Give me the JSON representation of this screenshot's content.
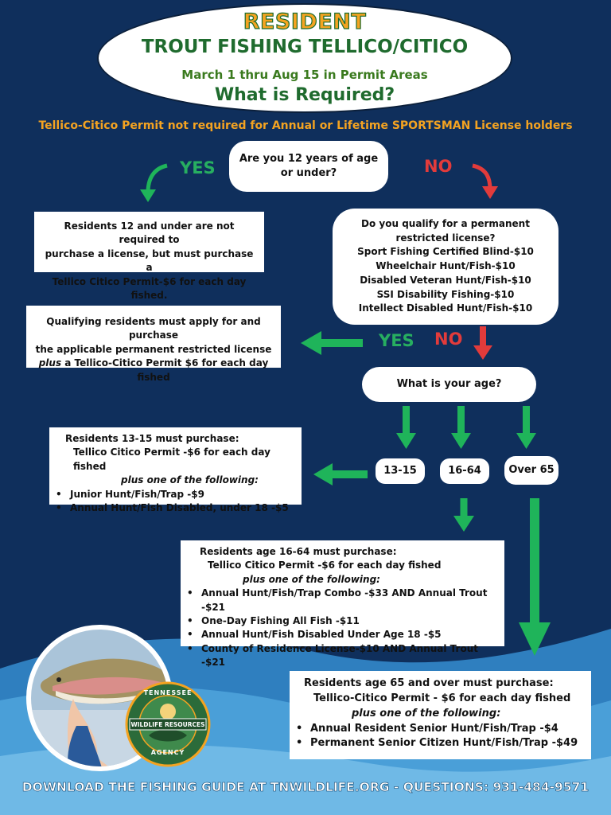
{
  "header": {
    "resident": "RESIDENT",
    "title": "TROUT FISHING TELLICO/CITICO",
    "dates": "March 1 thru Aug 15 in Permit Areas",
    "required": "What is Required?"
  },
  "note": "Tellico-Citico Permit not required for Annual or Lifetime SPORTSMAN License holders",
  "q1": {
    "line1": "Are you 12 years of age",
    "line2": "or under?"
  },
  "yes1": "YES",
  "no1": "NO",
  "box12": {
    "line1": "Residents 12 and under are not required to",
    "line2": "purchase a license, but must purchase a",
    "line3": "Tellico Citico Permit-$6 for each day fished."
  },
  "q2": {
    "line1": "Do you qualify for a permanent",
    "line2": "restricted license?",
    "items": [
      "Sport Fishing Certified Blind-$10",
      "Wheelchair Hunt/Fish-$10",
      "Disabled Veteran Hunt/Fish-$10",
      "SSI Disability Fishing-$10",
      "Intellect Disabled Hunt/Fish-$10"
    ]
  },
  "yes2": "YES",
  "no2": "NO",
  "qualify_box": {
    "line1": "Qualifying residents must apply for and purchase",
    "line2": "the applicable permanent restricted license",
    "line3_em": "plus",
    "line3_rest": " a Tellico-Citico Permit $6 for each day fished"
  },
  "q3": "What is your age?",
  "ages": [
    "13-15",
    "16-64",
    "Over 65"
  ],
  "box1315": {
    "title": "Residents 13-15 must purchase:",
    "permit": "Tellico Citico Permit -$6 for each day fished",
    "plus": "plus one of the following:",
    "items": [
      "Junior Hunt/Fish/Trap -$9",
      "Annual Hunt/Fish Disabled, under 18 -$5"
    ]
  },
  "box1664": {
    "title": "Residents age 16-64 must purchase:",
    "permit": "Tellico Citico Permit -$6 for each day fished",
    "plus": "plus one of the following:",
    "items": [
      "Annual Hunt/Fish/Trap Combo -$33 AND Annual Trout -$21",
      "One-Day Fishing All Fish -$11",
      "Annual Hunt/Fish Disabled Under Age 18 -$5",
      "County of Residence License-$10 AND Annual Trout -$21"
    ]
  },
  "box65": {
    "title": "Residents age 65 and over must purchase:",
    "permit": "Tellico-Citico Permit - $6 for each day fished",
    "plus": "plus one of the following:",
    "items": [
      "Annual Resident Senior Hunt/Fish/Trap -$4",
      "Permanent Senior Citizen Hunt/Fish/Trap -$49"
    ]
  },
  "logo": {
    "top": "TENNESSEE",
    "middle": "WILDLIFE RESOURCES",
    "bottom": "AGENCY"
  },
  "footer": "DOWNLOAD THE FISHING GUIDE AT TNWILDLIFE.ORG - QUESTIONS: 931-484-9571",
  "colors": {
    "background": "#0f2f5c",
    "yes": "#27ae60",
    "no": "#e23b3b",
    "accent": "#f4a321",
    "arrow": "#1fb45a"
  }
}
